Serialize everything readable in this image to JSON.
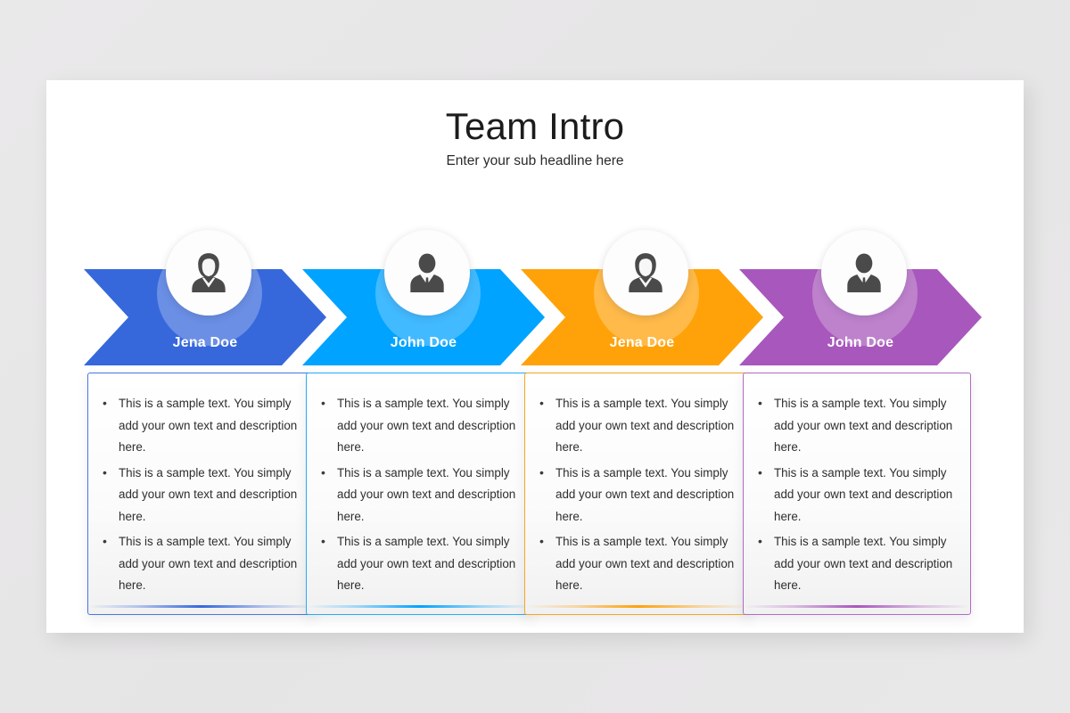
{
  "slide": {
    "title": "Team Intro",
    "subtitle": "Enter your sub headline here",
    "background_color": "#e8e7e8",
    "surface_color": "#ffffff"
  },
  "bullet_text": {
    "line_1": "This is a sample text. You simply add your own text and description here.",
    "line_2": "This is a sample text. You simply add your own text and description here.",
    "line_3": "This is a sample text. You simply add your own text and description here."
  },
  "members": [
    {
      "name": "Jena Doe",
      "avatar_icon": "female-avatar-icon",
      "color": "#3668dc",
      "border_color": "#4a76df",
      "bullets": [
        "This is a sample text. You simply add your own text and description here.",
        "This is a sample text. You simply add your own text and description here.",
        "This is a sample text. You simply add your own text and description here."
      ]
    },
    {
      "name": "John Doe",
      "avatar_icon": "male-avatar-icon",
      "color": "#00a3ff",
      "border_color": "#25adf7",
      "bullets": [
        "This is a sample text. You simply add your own text and description here.",
        "This is a sample text. You simply add your own text and description here.",
        "This is a sample text. You simply add your own text and description here."
      ]
    },
    {
      "name": "Jena Doe",
      "avatar_icon": "female-avatar-icon",
      "color": "#ffa20a",
      "border_color": "#f5a623",
      "bullets": [
        "This is a sample text. You simply add your own text and description here.",
        "This is a sample text. You simply add your own text and description here.",
        "This is a sample text. You simply add your own text and description here."
      ]
    },
    {
      "name": "John Doe",
      "avatar_icon": "male-avatar-icon",
      "color": "#a857bc",
      "border_color": "#b06bc4",
      "bullets": [
        "This is a sample text. You simply add your own text and description here.",
        "This is a sample text. You simply add your own text and description here.",
        "This is a sample text. You simply add your own text and description here."
      ]
    }
  ]
}
